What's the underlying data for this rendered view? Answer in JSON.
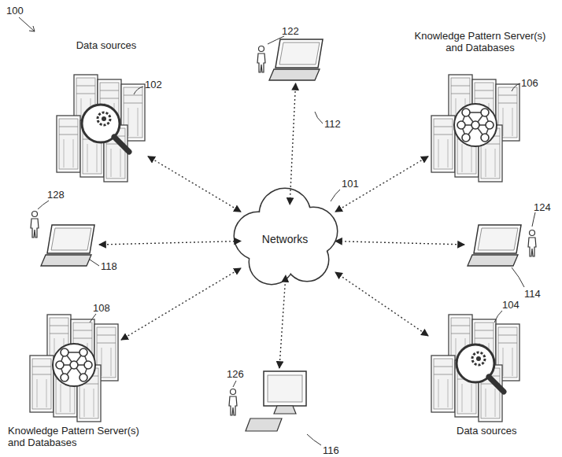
{
  "diagram": {
    "nodes": [
      {
        "text": [
          "Data sources",
          "102"
        ]
      },
      {
        "text": [
          "112"
        ]
      },
      {
        "text": [
          "Knowledge Pattern Server(s) and Databases",
          "106"
        ]
      },
      {
        "text": [
          "118"
        ]
      },
      {
        "text": [
          "Networks",
          "101"
        ]
      },
      {
        "text": [
          "114"
        ]
      },
      {
        "text": [
          "108",
          "Knowledge Pattern Server(s) and Databases"
        ]
      },
      {
        "text": [
          "104",
          "Data sources"
        ]
      },
      {
        "text": [
          "116"
        ]
      }
    ],
    "edges": [
      {
        "from": 0,
        "to": 4,
        "arrow": "both"
      },
      {
        "from": 1,
        "to": 4,
        "arrow": "both"
      },
      {
        "from": 2,
        "to": 4,
        "arrow": "both"
      },
      {
        "from": 3,
        "to": 4,
        "arrow": "both"
      },
      {
        "from": 5,
        "to": 4,
        "arrow": "both"
      },
      {
        "from": 6,
        "to": 4,
        "arrow": "both"
      },
      {
        "from": 8,
        "to": 4,
        "arrow": "both"
      },
      {
        "from": 7,
        "to": 4,
        "arrow": "both"
      }
    ],
    "labels": [
      "100",
      "122",
      "128",
      "124",
      "126"
    ]
  }
}
